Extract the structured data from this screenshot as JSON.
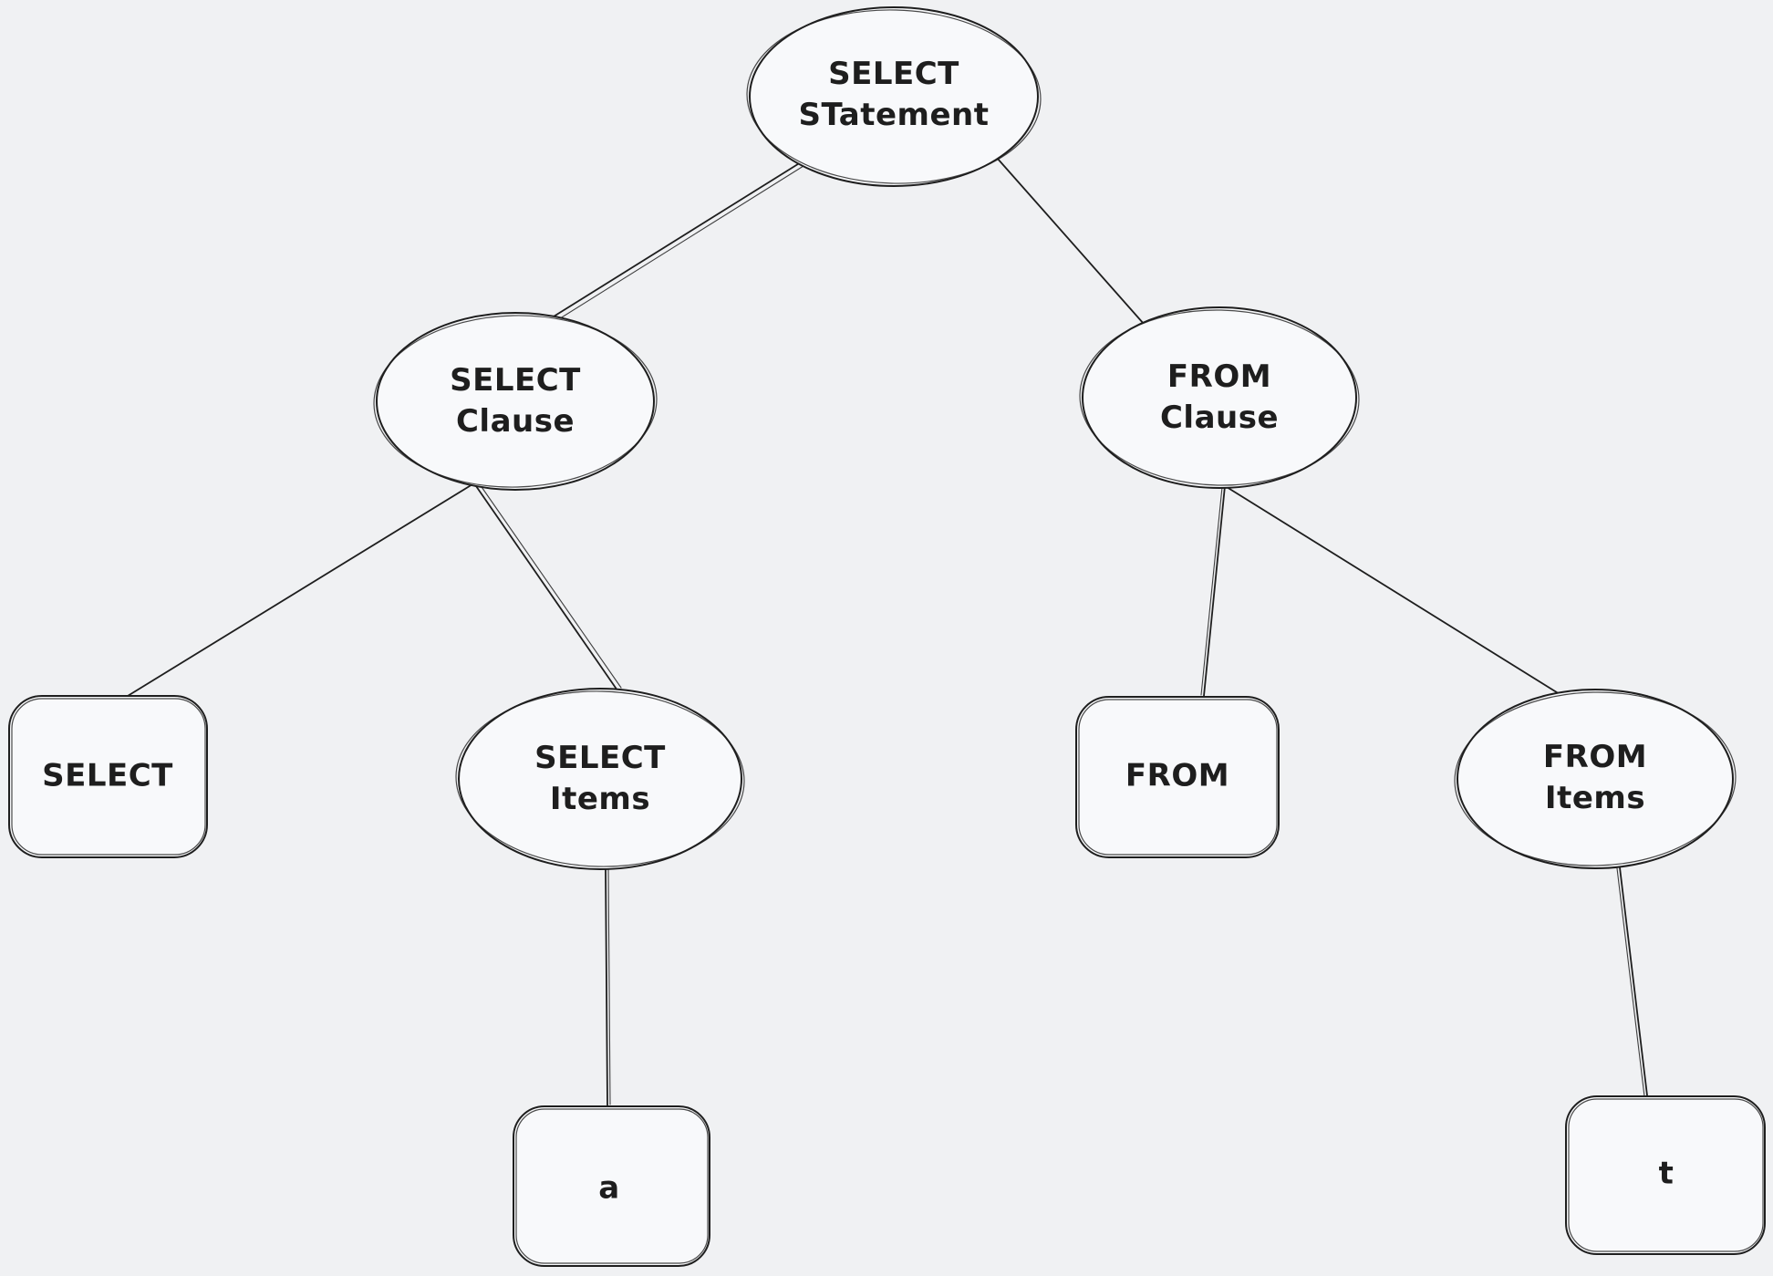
{
  "canvas": {
    "background_color": "#f0f1f3",
    "stroke_color": "#1e1e1e",
    "shape_fill_color": "#f8f9fb"
  },
  "diagram": {
    "nodes": [
      {
        "id": "select-statement",
        "shape": "ellipse",
        "label": "SELECT\nSTatement"
      },
      {
        "id": "select-clause",
        "shape": "ellipse",
        "label": "SELECT\nClause"
      },
      {
        "id": "from-clause",
        "shape": "ellipse",
        "label": "FROM\nClause"
      },
      {
        "id": "select-keyword",
        "shape": "rounded-rectangle",
        "label": "SELECT"
      },
      {
        "id": "select-items",
        "shape": "ellipse",
        "label": "SELECT\nItems"
      },
      {
        "id": "from-keyword",
        "shape": "rounded-rectangle",
        "label": "FROM"
      },
      {
        "id": "from-items",
        "shape": "ellipse",
        "label": "FROM\nItems"
      },
      {
        "id": "select-item-a",
        "shape": "rounded-rectangle",
        "label": "a"
      },
      {
        "id": "from-item-t",
        "shape": "rounded-rectangle",
        "label": "t"
      }
    ],
    "edges": [
      {
        "from": "select-statement",
        "to": "select-clause"
      },
      {
        "from": "select-statement",
        "to": "from-clause"
      },
      {
        "from": "select-clause",
        "to": "select-keyword"
      },
      {
        "from": "select-clause",
        "to": "select-items"
      },
      {
        "from": "from-clause",
        "to": "from-keyword"
      },
      {
        "from": "from-clause",
        "to": "from-items"
      },
      {
        "from": "select-items",
        "to": "select-item-a"
      },
      {
        "from": "from-items",
        "to": "from-item-t"
      }
    ]
  }
}
